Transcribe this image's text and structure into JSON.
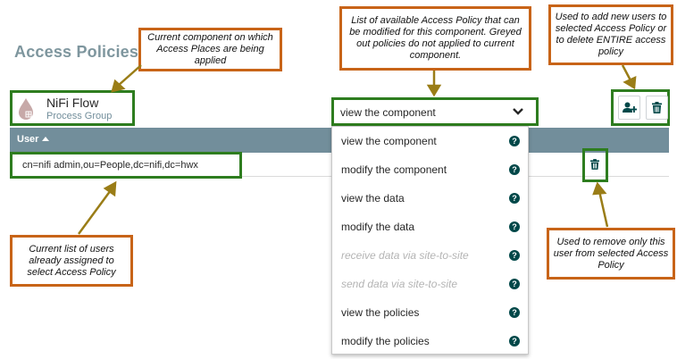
{
  "page": {
    "title": "Access Policies"
  },
  "component": {
    "name": "NiFi Flow",
    "type": "Process Group"
  },
  "table": {
    "column_user": "User",
    "rows": [
      {
        "user": "cn=nifi admin,ou=People,dc=nifi,dc=hwx"
      }
    ]
  },
  "policy_select": {
    "selected": "view the component",
    "options": [
      {
        "label": "view the component",
        "enabled": true
      },
      {
        "label": "modify the component",
        "enabled": true
      },
      {
        "label": "view the data",
        "enabled": true
      },
      {
        "label": "modify the data",
        "enabled": true
      },
      {
        "label": "receive data via site-to-site",
        "enabled": false
      },
      {
        "label": "send data via site-to-site",
        "enabled": false
      },
      {
        "label": "view the policies",
        "enabled": true
      },
      {
        "label": "modify the policies",
        "enabled": true
      }
    ]
  },
  "icons": {
    "help": "question-circle-icon",
    "add_user": "add-user-icon",
    "delete_policy": "trash-icon",
    "process_group": "process-group-icon"
  },
  "annotations": {
    "component": "Current component on which Access Places are being applied",
    "policy_list": "List of available Access Policy that can be modified for this component. Greyed out policies do not applied to current component.",
    "add_delete": "Used to add new users to selected Access Policy or to delete ENTIRE access policy",
    "users": "Current list of users already assigned to select Access Policy",
    "remove_user": "Used to remove only this user from selected Access Policy"
  },
  "colors": {
    "highlight": "#2e7d1f",
    "callout": "#c86418",
    "arrow": "#9a7d17",
    "header": "#728e9b",
    "accent": "#004849"
  }
}
